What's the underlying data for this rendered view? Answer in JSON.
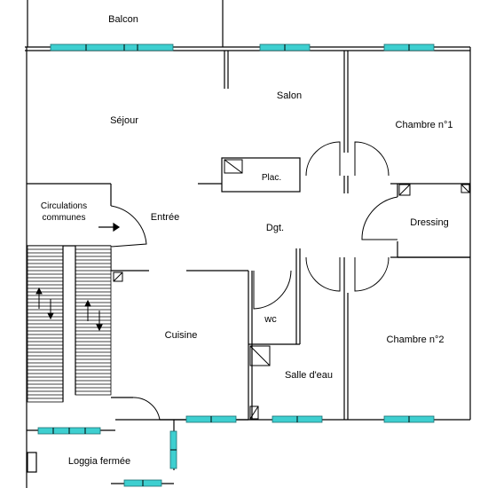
{
  "plan": {
    "rooms": {
      "balcon": "Balcon",
      "sejour": "Séjour",
      "salon": "Salon",
      "chambre1": "Chambre n°1",
      "circulations": [
        "Circulations",
        "communes"
      ],
      "entree": "Entrée",
      "placard": "Plac.",
      "degagement": "Dgt.",
      "dressing": "Dressing",
      "wc": "wc",
      "cuisine": "Cuisine",
      "chambre2": "Chambre n°2",
      "salle_eau": "Salle d'eau",
      "loggia": "Loggia fermée"
    },
    "colors": {
      "window": "#3ecfd0",
      "wall": "#000000"
    }
  }
}
